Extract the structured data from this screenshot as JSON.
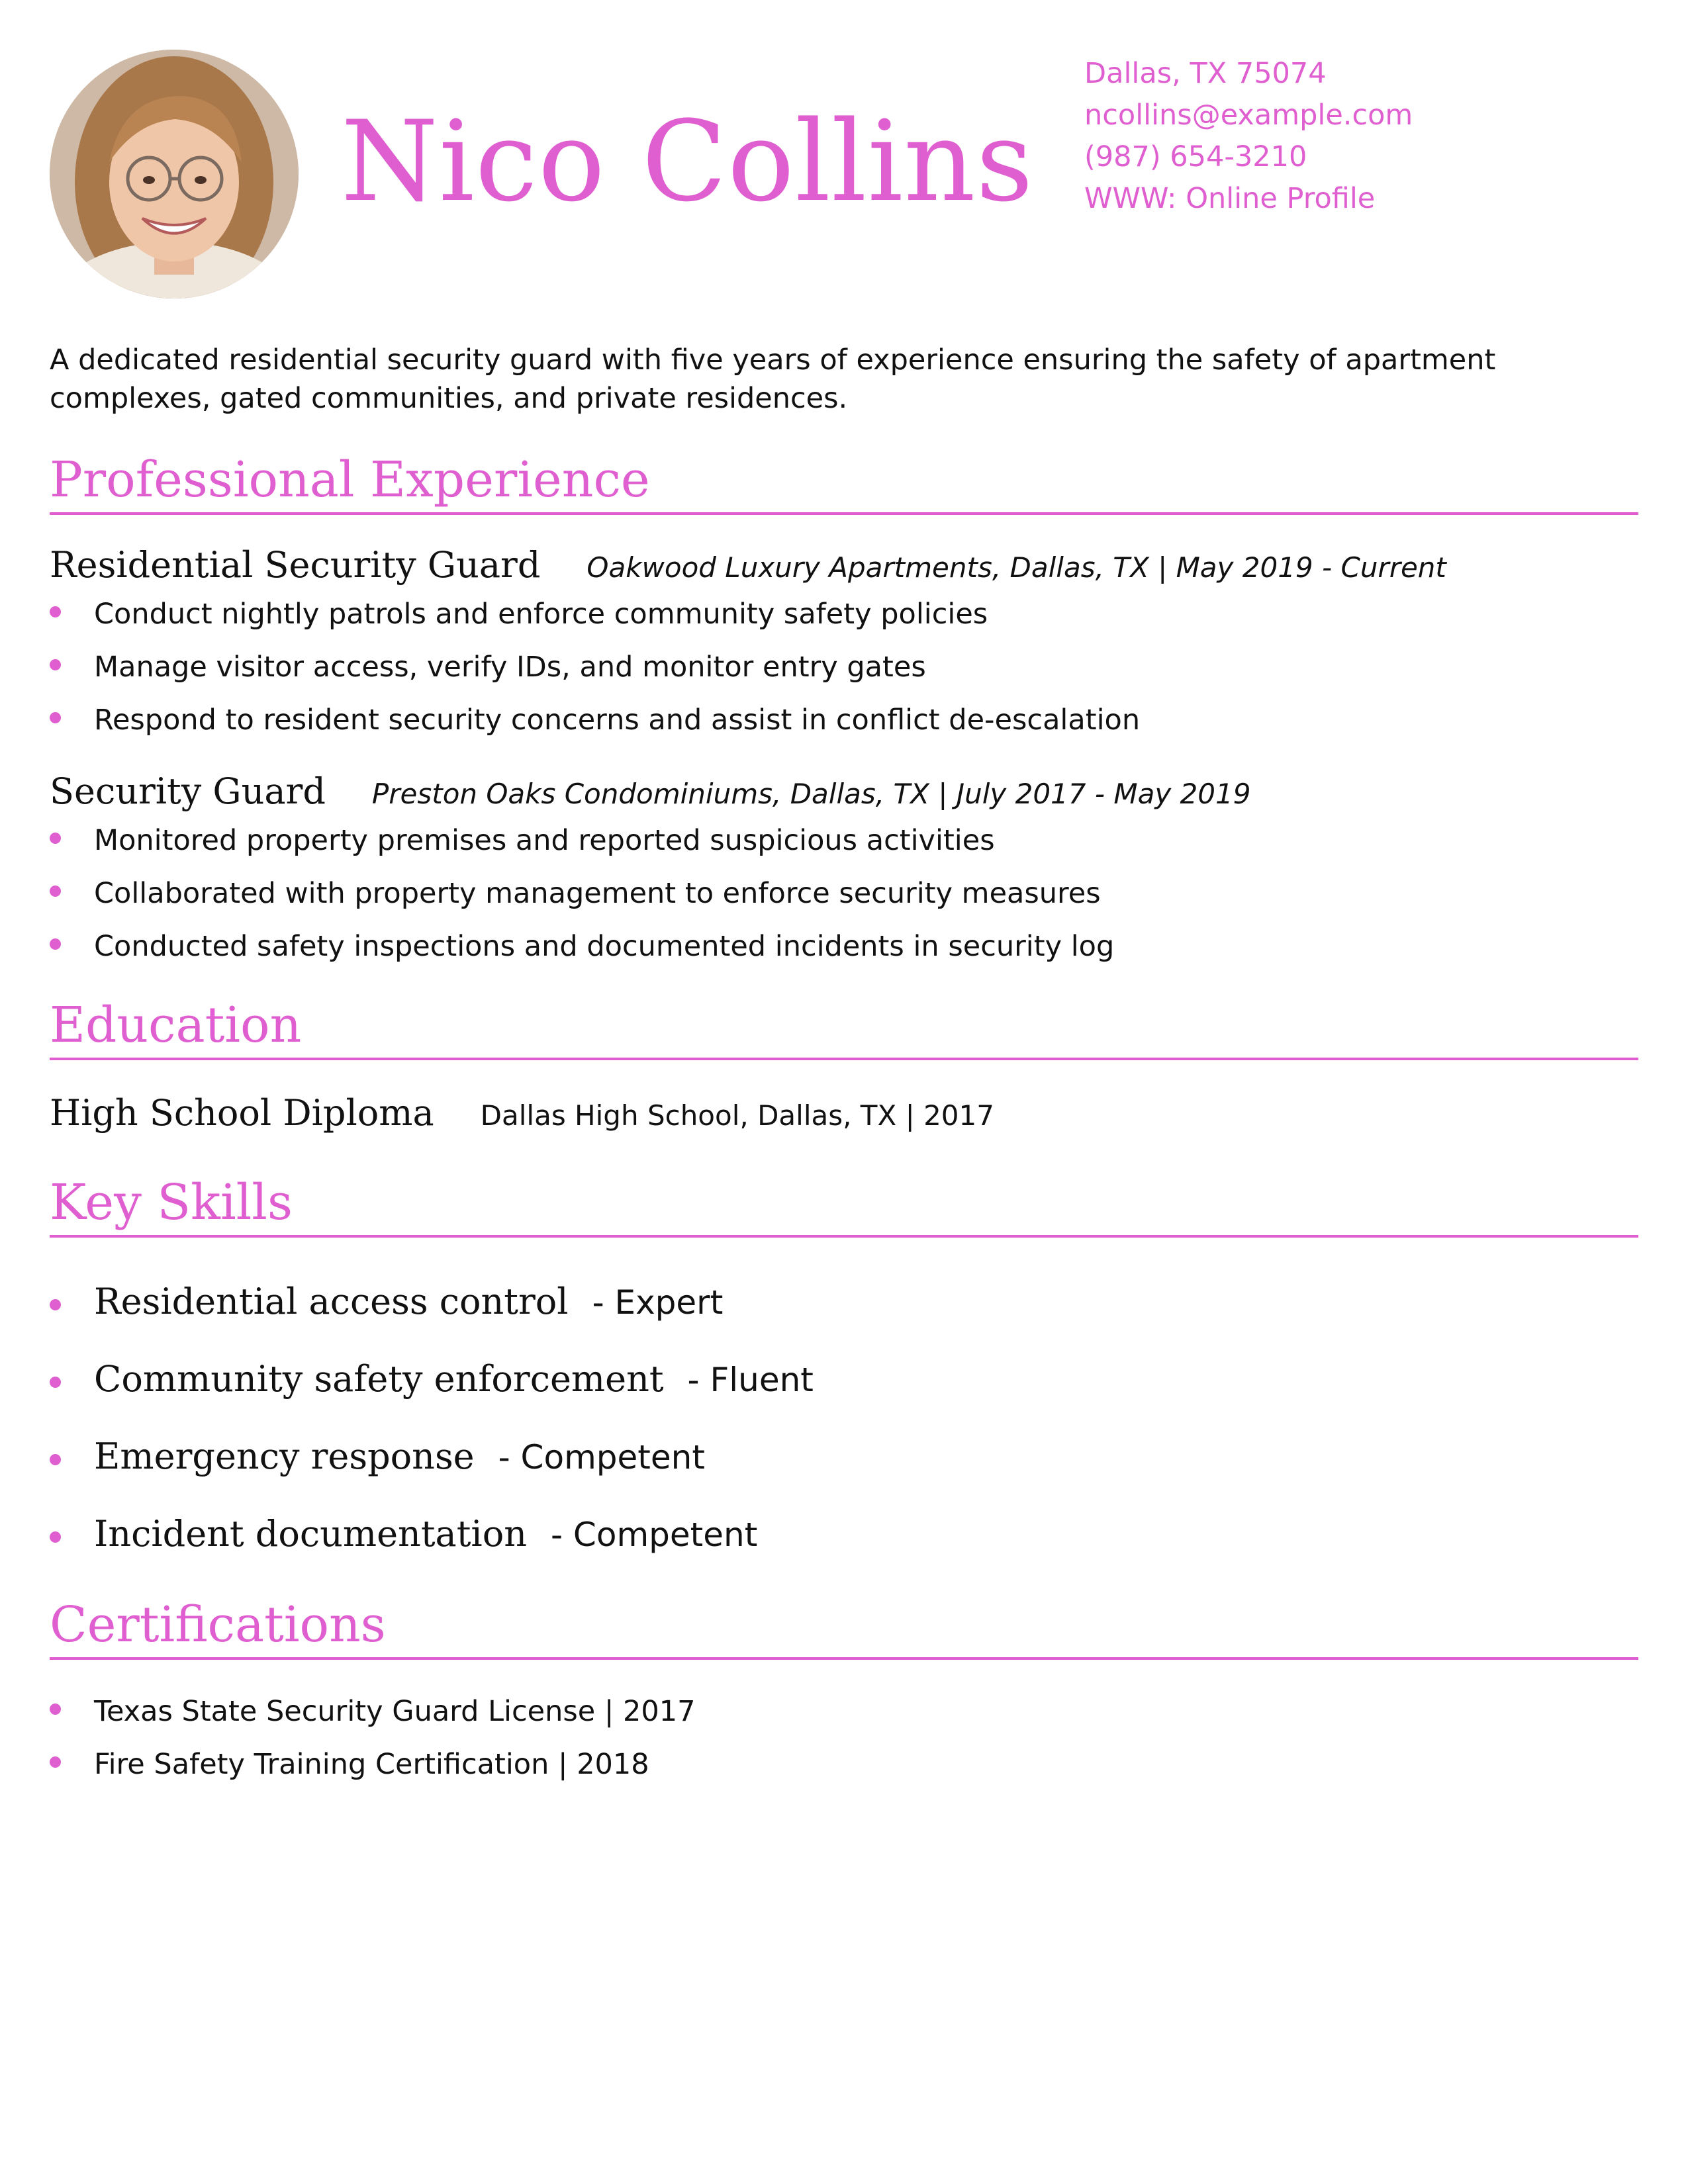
{
  "header": {
    "name": "Nico Collins",
    "contact": {
      "location": "Dallas, TX 75074",
      "email": "ncollins@example.com",
      "phone": "(987) 654-3210",
      "website": "WWW: Online Profile"
    }
  },
  "summary": "A dedicated residential security guard with five years of experience ensuring the safety of apartment complexes, gated communities, and private residences.",
  "experience": {
    "title": "Professional Experience",
    "jobs": [
      {
        "title": "Residential Security Guard",
        "meta": "Oakwood Luxury Apartments, Dallas, TX | May 2019 - Current",
        "bullets": [
          "Conduct nightly patrols and enforce community safety policies",
          "Manage visitor access, verify IDs, and monitor entry gates",
          "Respond to resident security concerns and assist in conflict de-escalation"
        ]
      },
      {
        "title": "Security Guard",
        "meta": "Preston Oaks Condominiums, Dallas, TX | July 2017 - May 2019",
        "bullets": [
          "Monitored property premises and reported suspicious activities",
          "Collaborated with property management to enforce security measures",
          "Conducted safety inspections and documented incidents in security log"
        ]
      }
    ]
  },
  "education": {
    "title": "Education",
    "degree": "High School Diploma",
    "meta": "Dallas High School, Dallas, TX | 2017"
  },
  "skills": {
    "title": "Key Skills",
    "items": [
      {
        "name": "Residential access control",
        "level": "- Expert"
      },
      {
        "name": "Community safety enforcement",
        "level": "- Fluent"
      },
      {
        "name": "Emergency response",
        "level": "- Competent"
      },
      {
        "name": "Incident documentation",
        "level": "- Competent"
      }
    ]
  },
  "certifications": {
    "title": "Certifications",
    "items": [
      "Texas State Security Guard License | 2017",
      "Fire Safety Training Certification | 2018"
    ]
  },
  "colors": {
    "accent": "#e05fd0",
    "text": "#111111"
  }
}
